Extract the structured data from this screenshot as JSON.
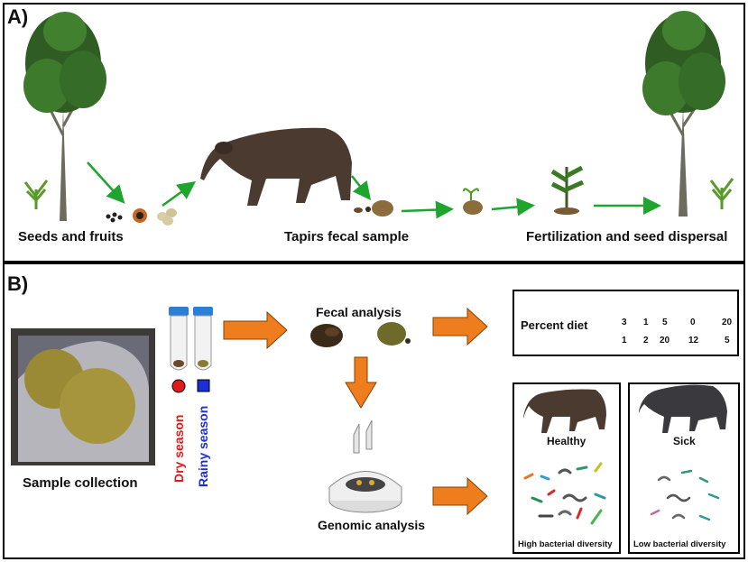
{
  "panel_a": {
    "letter": "A)",
    "labels": {
      "seeds": "Seeds and fruits",
      "fecal": "Tapirs  fecal sample",
      "fertilization": "Fertilization and seed dispersal"
    }
  },
  "panel_b": {
    "letter": "B)",
    "sample_collection": "Sample collection",
    "dry_season": "Dry season",
    "rainy_season": "Rainy season",
    "fecal_analysis": "Fecal analysis",
    "genomic_analysis": "Genomic analysis",
    "diet": {
      "title": "Percent diet",
      "dry": [
        "3",
        "1",
        "5",
        "0",
        "20"
      ],
      "rainy": [
        "1",
        "2",
        "20",
        "12",
        "5"
      ]
    },
    "healthy": {
      "label": "Healthy",
      "diversity": "High bacterial diversity"
    },
    "sick": {
      "label": "Sick",
      "diversity": "Low bacterial diversity"
    }
  },
  "colors": {
    "arrow_green": "#1ea52e",
    "arrow_orange": "#ee7d1d",
    "dry": "#e01b1b",
    "rainy": "#1c2fd6"
  }
}
